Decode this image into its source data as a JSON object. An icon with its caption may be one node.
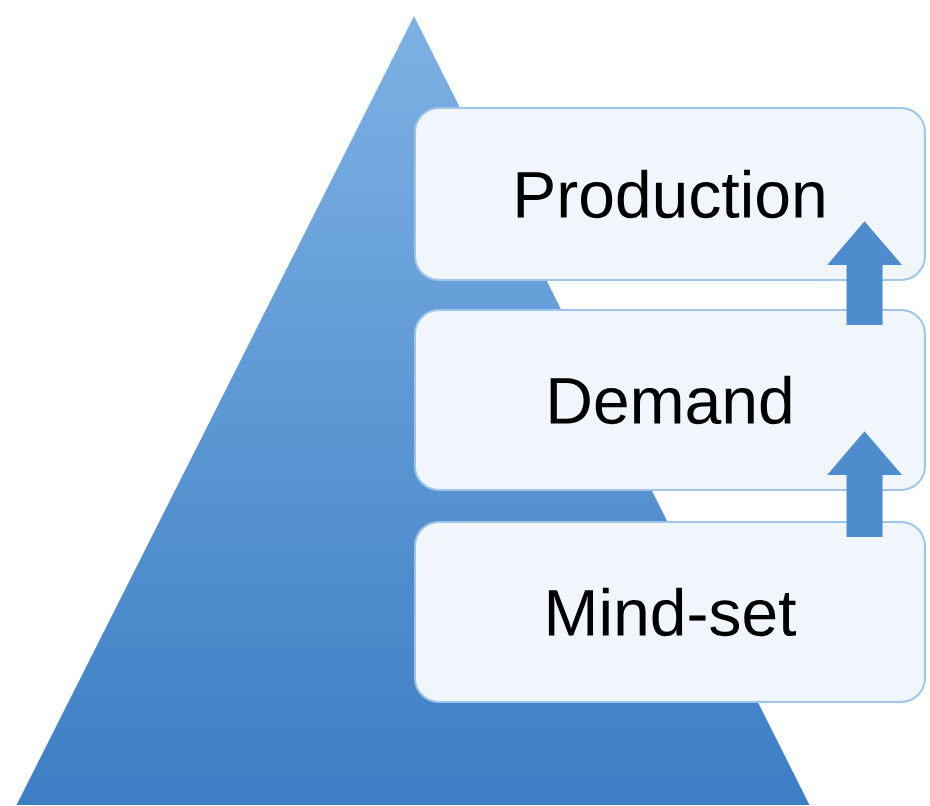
{
  "diagram": {
    "nodes": [
      {
        "text": [
          "Production"
        ]
      },
      {
        "text": [
          "Demand"
        ]
      },
      {
        "text": [
          "Mind-set"
        ]
      }
    ],
    "edges": [
      {
        "from": 1,
        "to": 0,
        "arrow": "to"
      },
      {
        "from": 2,
        "to": 1,
        "arrow": "to"
      }
    ]
  }
}
